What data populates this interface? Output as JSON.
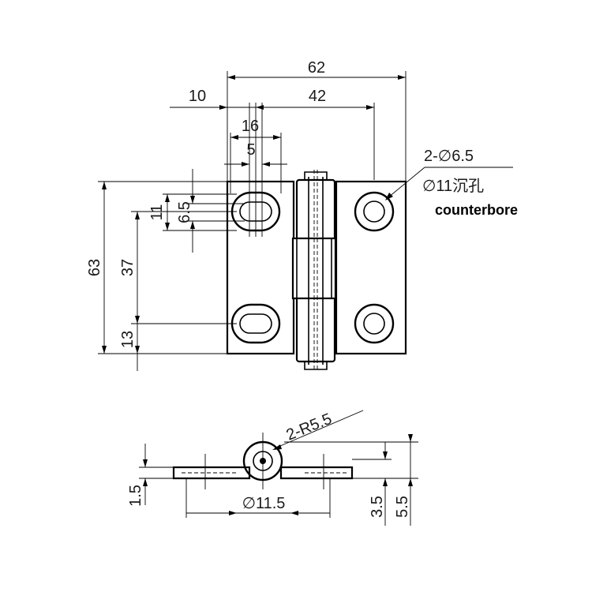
{
  "diagram": {
    "top_view": {
      "dims": {
        "overall_width": "62",
        "offset_left": "10",
        "hole_spacing": "42",
        "slot_length": "16",
        "slot_width": "5",
        "overall_height": "63",
        "hole_vertical_spacing": "37",
        "bottom_offset": "13",
        "slot_outer_height": "11",
        "slot_inner_height": "6.5"
      },
      "callout": {
        "line1": "2-∅6.5",
        "line2": "∅11沉孔",
        "line3": "counterbore"
      }
    },
    "side_view": {
      "dims": {
        "radius": "2-R5.5",
        "knuckle_diameter": "∅11.5",
        "leaf_thickness": "1.5",
        "height_a": "3.5",
        "height_b": "5.5"
      }
    }
  }
}
